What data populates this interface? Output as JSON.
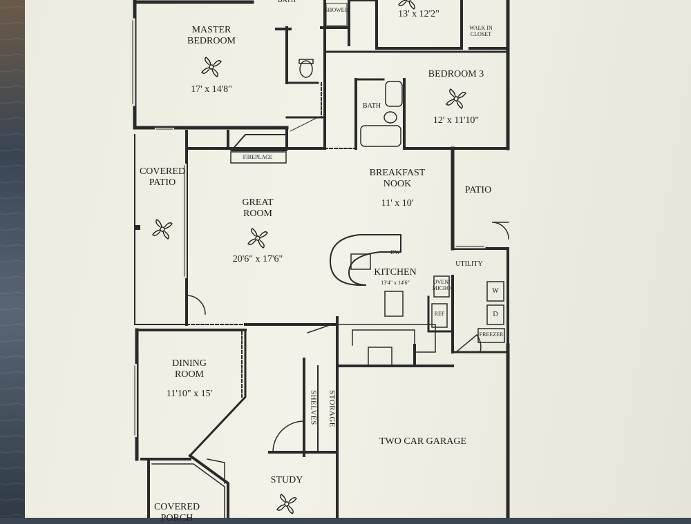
{
  "rooms": [
    {
      "id": "master-bath",
      "name": "BATH",
      "size": ""
    },
    {
      "id": "shower",
      "name": "SHOWER",
      "size": ""
    },
    {
      "id": "bedroom-2",
      "name": "",
      "size": "13' x 12'2\""
    },
    {
      "id": "walk-in-closet",
      "name": "WALK IN\nCLOSET",
      "size": ""
    },
    {
      "id": "master-bedroom",
      "name": "MASTER\nBEDROOM",
      "size": "17' x 14'8\""
    },
    {
      "id": "bedroom-3",
      "name": "BEDROOM 3",
      "size": "12' x 11'10\""
    },
    {
      "id": "hall-bath",
      "name": "BATH",
      "size": ""
    },
    {
      "id": "fireplace",
      "name": "FIREPLACE",
      "size": ""
    },
    {
      "id": "covered-patio",
      "name": "COVERED\nPATIO",
      "size": ""
    },
    {
      "id": "great-room",
      "name": "GREAT\nROOM",
      "size": "20'6\" x 17'6\""
    },
    {
      "id": "breakfast-nook",
      "name": "BREAKFAST\nNOOK",
      "size": "11' x 10'"
    },
    {
      "id": "patio",
      "name": "PATIO",
      "size": ""
    },
    {
      "id": "kitchen",
      "name": "KITCHEN",
      "size": "13'4\" x 14'6\""
    },
    {
      "id": "utility",
      "name": "UTILITY",
      "size": ""
    },
    {
      "id": "dining-room",
      "name": "DINING\nROOM",
      "size": "11'10\" x 15'"
    },
    {
      "id": "two-car-garage",
      "name": "TWO CAR GARAGE",
      "size": ""
    },
    {
      "id": "study",
      "name": "STUDY",
      "size": ""
    },
    {
      "id": "covered-porch",
      "name": "COVERED\nPORCH",
      "size": ""
    }
  ],
  "fixtures": {
    "dw": "DW",
    "oven_micro": "OVEN/\nMICRO",
    "ref": "REF",
    "washer": "W",
    "dryer": "D",
    "freezer": "FREEZER",
    "shelves": "SHELVES",
    "storage": "STORAGE"
  },
  "colors": {
    "ink": "#1d1d1d",
    "paper": "#efefe4",
    "wall": "#2a2a2a"
  },
  "icons": [
    "ceiling-fan-icon",
    "toilet-icon",
    "bathtub-icon",
    "sink-icon",
    "door-swing-icon"
  ]
}
